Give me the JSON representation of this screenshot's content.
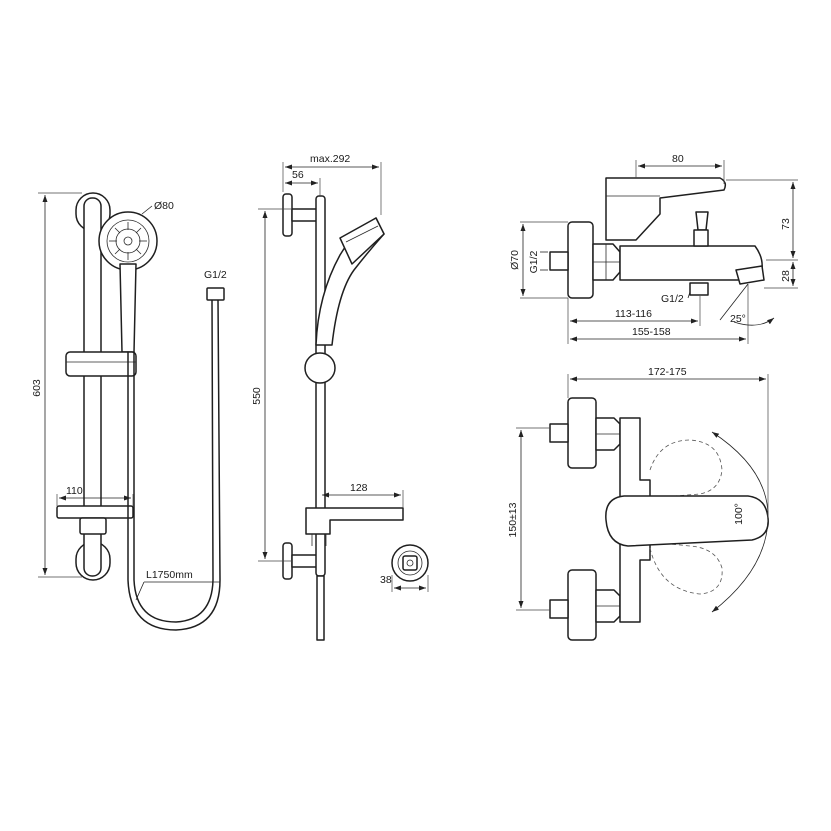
{
  "labels": {
    "head_diameter": "Ø80",
    "hose_thread": "G1/2",
    "rail_height": "603",
    "wall_to_rail": "110",
    "hose_length": "L1750mm",
    "max_depth": "max.292",
    "rail_depth": "56",
    "height_550": "550",
    "shelf_depth": "128",
    "bracket_width": "38",
    "top_width": "80",
    "height_73": "73",
    "height_28": "28",
    "flange_diameter": "Ø70",
    "inlet_thread": "G1/2",
    "spout_thread": "G1/2",
    "depth_113": "113-116",
    "depth_155": "155-158",
    "spout_angle": "25°",
    "overall_width": "172-175",
    "centres": "150±13",
    "lever_angle": "100°"
  }
}
